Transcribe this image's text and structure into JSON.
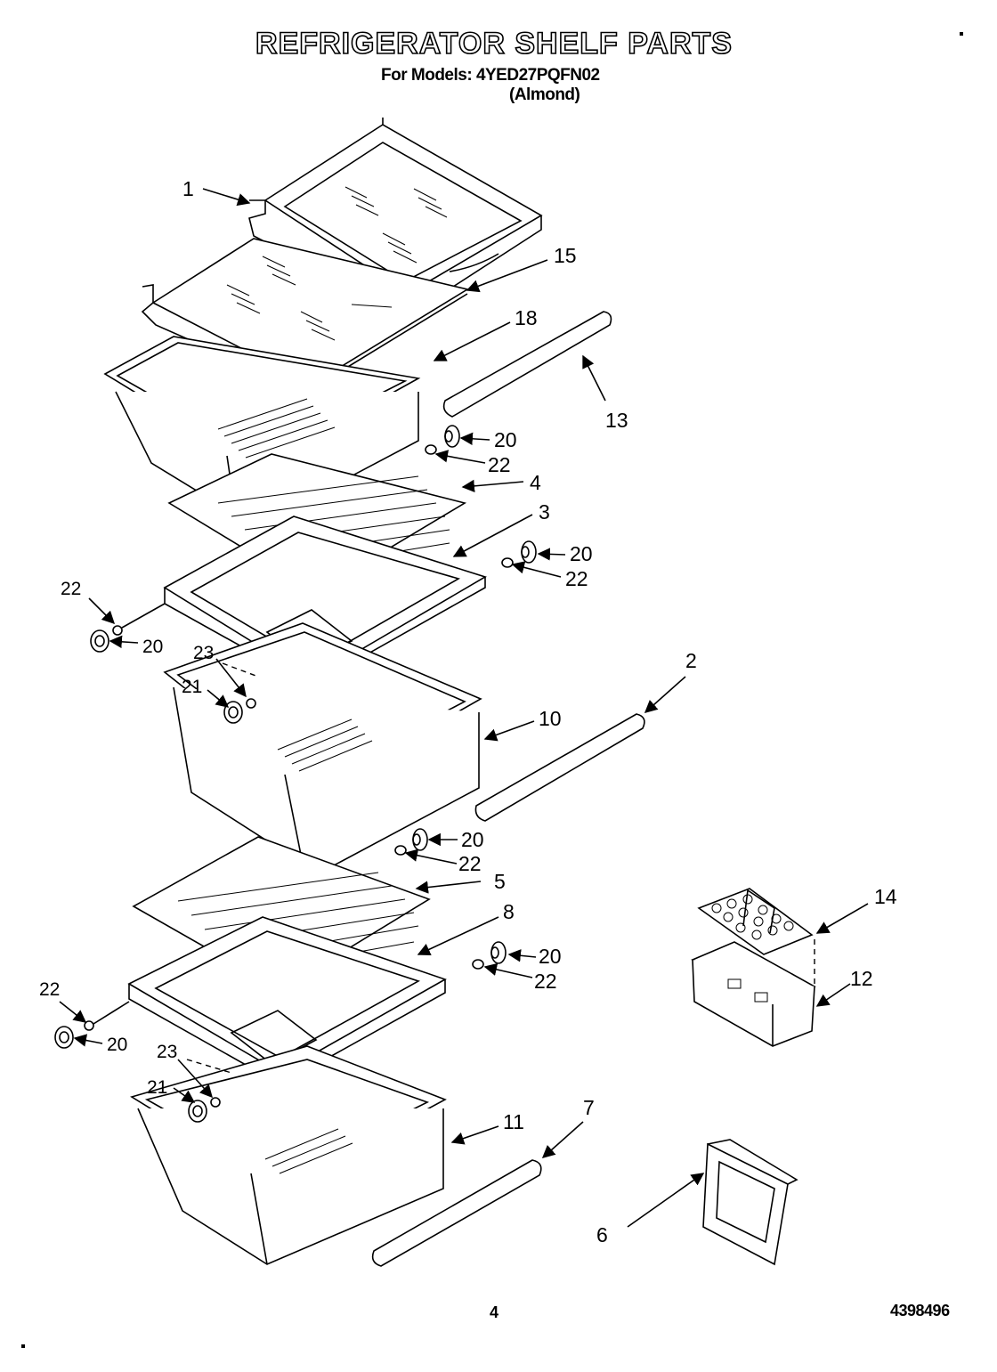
{
  "header": {
    "title": "REFRIGERATOR SHELF PARTS",
    "models_line": "For Models: 4YED27PQFN02",
    "color_line": "(Almond)"
  },
  "footer": {
    "page_number": "4",
    "document_number": "4398496"
  },
  "callouts": {
    "c1": "1",
    "c15": "15",
    "c18": "18",
    "c13": "13",
    "c20a": "20",
    "c22a": "22",
    "c4": "4",
    "c3": "3",
    "c20b": "20",
    "c22b": "22",
    "c22c": "22",
    "c20c": "20",
    "c23a": "23",
    "c21a": "21",
    "c2": "2",
    "c10": "10",
    "c20d": "20",
    "c22d": "22",
    "c5": "5",
    "c14": "14",
    "c8": "8",
    "c20e": "20",
    "c22e": "22",
    "c12": "12",
    "c22f": "22",
    "c20f": "20",
    "c23b": "23",
    "c21b": "21",
    "c11": "11",
    "c7": "7",
    "c6": "6"
  }
}
